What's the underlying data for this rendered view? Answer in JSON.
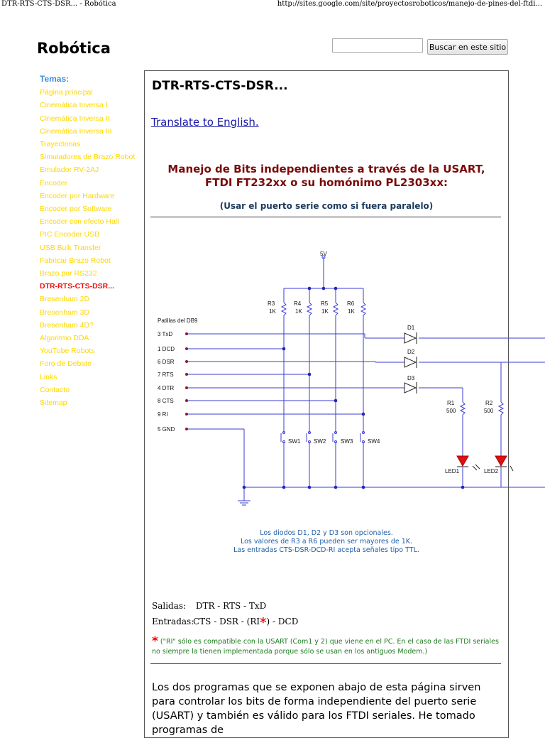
{
  "header": {
    "page_title": "DTR-RTS-CTS-DSR... - Robótica",
    "url": "http://sites.google.com/site/proyectosroboticos/manejo-de-pines-del-ftdi..."
  },
  "site": {
    "title": "Robótica",
    "search_placeholder": "",
    "search_button": "Buscar en este sitio"
  },
  "sidebar": {
    "heading": "Temas:",
    "items": [
      {
        "label": "Página principal"
      },
      {
        "label": "Cinemática Inversa I"
      },
      {
        "label": "Cinemática Inversa II"
      },
      {
        "label": "Cinemática Inversa III"
      },
      {
        "label": "Trayectorias"
      },
      {
        "label": "Simuladores de Brazo Robot"
      },
      {
        "label": "Emulador RV-2AJ"
      },
      {
        "label": "Encoder"
      },
      {
        "label": "Encoder por Hardware"
      },
      {
        "label": "Encoder por Software"
      },
      {
        "label": "Encoder con efecto Hall"
      },
      {
        "label": "PIC Encoder USB"
      },
      {
        "label": "USB Bulk Transfer"
      },
      {
        "label": "Fabricar Brazo Robot"
      },
      {
        "label": "Brazo por RS232"
      },
      {
        "label": "DTR-RTS-CTS-DSR...",
        "current": true
      },
      {
        "label": "Bresenham 2D"
      },
      {
        "label": "Bresenham 3D"
      },
      {
        "label": "Bresenham 4D?"
      },
      {
        "label": "Algoritmo DDA"
      },
      {
        "label": "YouTube Robots"
      },
      {
        "label": "Foro de Debate"
      },
      {
        "label": "Links"
      },
      {
        "label": "Contacto"
      },
      {
        "label": "Sitemap"
      }
    ]
  },
  "content": {
    "heading": "DTR-RTS-CTS-DSR...",
    "translate_link": "Translate to English.",
    "subtitle_line1": "Manejo de Bits independientes a través de la USART,",
    "subtitle_line2": "FTDI FT232xx o su homónimo PL2303xx:",
    "subtitle_note": "(Usar el puerto serie como si fuera paralelo)",
    "caption_line1": "Los diodos D1, D2 y D3 son opcionales.",
    "caption_line2": "Los valores de R3  a  R6 pueden ser mayores de 1K.",
    "caption_line3": "Las entradas CTS-DSR-DCD-RI acepta señales tipo TTL.",
    "outputs_label": "Salidas:",
    "outputs_value": "DTR - RTS - TxD",
    "inputs_label": "Entradas:",
    "inputs_value_before": "CTS - DSR - (RI",
    "inputs_value_after": ") - DCD",
    "asterisk": "*",
    "footnote_text": "(\"RI\" sólo es compatible con la USART (Com1 y 2) que viene en el PC. En el caso de las FTDI seriales no siempre la tienen implementada porque sólo se usan en los antiguos Modem.)",
    "paragraph": "Los dos programas que se exponen abajo de esta página sirven para controlar los bits de forma independiente del puerto serie (USART) y también es válido para los FTDI seriales. He tomado programas de"
  },
  "schematic": {
    "supply_label": "5V",
    "db9_title": "Patillas del DB9",
    "db9_pins": [
      "3 TxD",
      "1 DCD",
      "6 DSR",
      "7 RTS",
      "4 DTR",
      "8 CTS",
      "9 RI",
      "5 GND"
    ],
    "resistors": [
      {
        "name": "R3",
        "value": "1K"
      },
      {
        "name": "R4",
        "value": "1K"
      },
      {
        "name": "R5",
        "value": "1K"
      },
      {
        "name": "R6",
        "value": "1K"
      }
    ],
    "switches": [
      "SW1",
      "SW2",
      "SW3",
      "SW4"
    ],
    "diodes": [
      "D1",
      "D2",
      "D3"
    ],
    "led_resistors": [
      {
        "name": "R1",
        "value": "500"
      },
      {
        "name": "R2",
        "value": "500"
      }
    ],
    "leds": [
      "LED1",
      "LED2"
    ],
    "colors": {
      "wire": "#3b3bd6",
      "node": "#2222c0",
      "db9_pin": "#8a1a2a",
      "led": "#e01010"
    }
  }
}
